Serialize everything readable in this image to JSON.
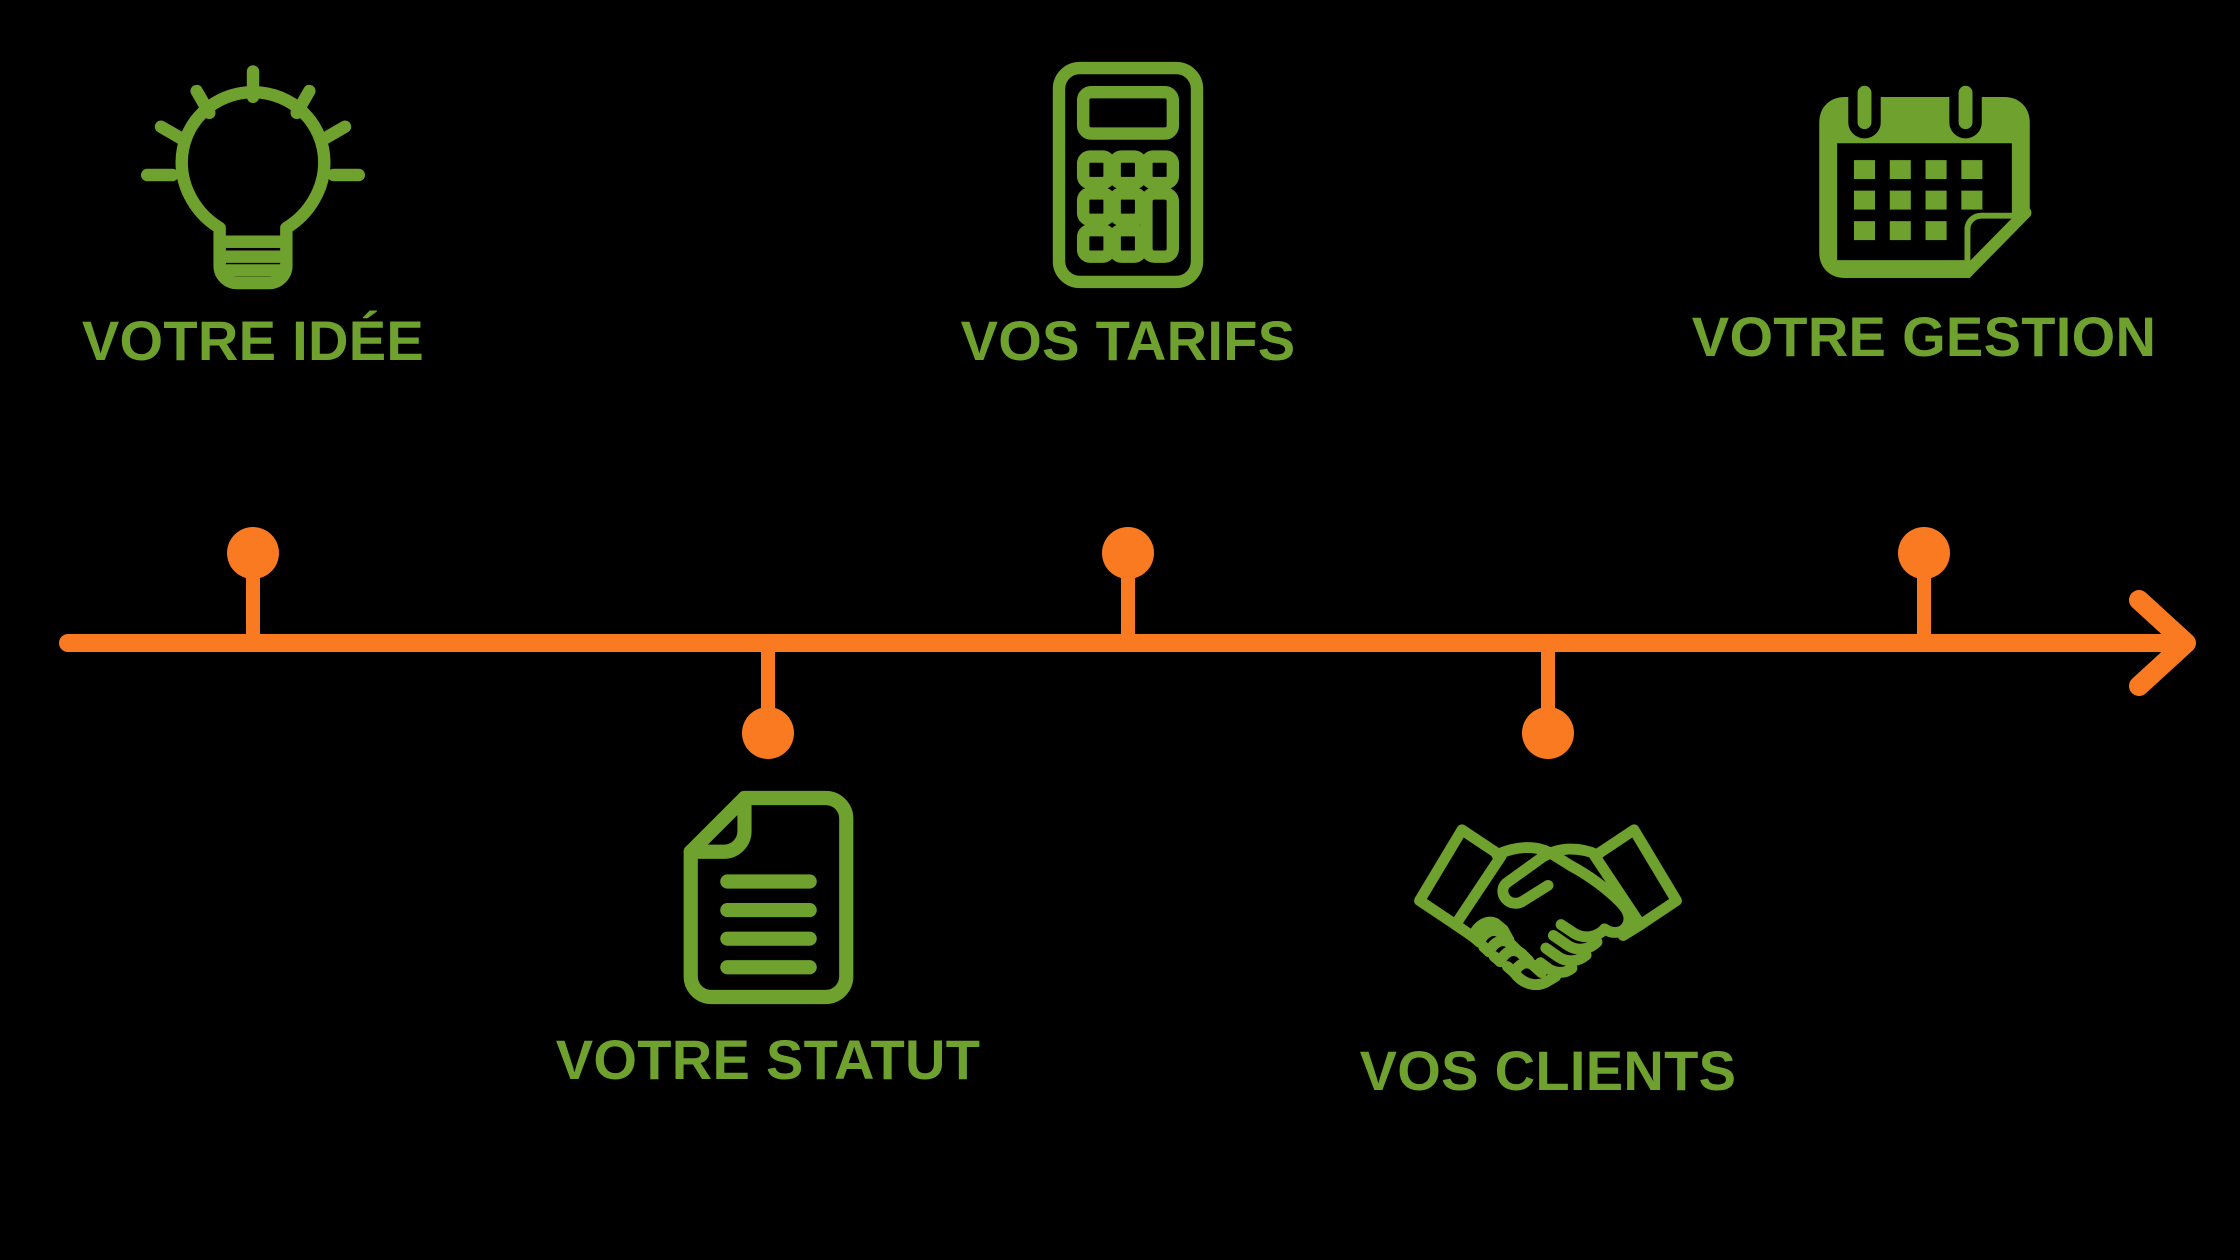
{
  "theme": {
    "background": "#000000",
    "accent_green": "#6FA12F",
    "accent_orange": "#FA7A22"
  },
  "timeline": {
    "orientation": "horizontal",
    "direction": "left-to-right",
    "arrow": "right-arrow",
    "milestone_count": 5,
    "milestones": [
      {
        "id": "idee",
        "order": 1,
        "label": "VOTRE IDÉE",
        "icon": "lightbulb-icon",
        "side": "above",
        "marker": "dot"
      },
      {
        "id": "statut",
        "order": 2,
        "label": "VOTRE STATUT",
        "icon": "document-icon",
        "side": "below",
        "marker": "dot"
      },
      {
        "id": "tarifs",
        "order": 3,
        "label": "VOS TARIFS",
        "icon": "calculator-icon",
        "side": "above",
        "marker": "dot"
      },
      {
        "id": "clients",
        "order": 4,
        "label": "VOS CLIENTS",
        "icon": "handshake-icon",
        "side": "below",
        "marker": "dot"
      },
      {
        "id": "gestion",
        "order": 5,
        "label": "VOTRE GESTION",
        "icon": "calendar-icon",
        "side": "above",
        "marker": "dot"
      }
    ]
  }
}
